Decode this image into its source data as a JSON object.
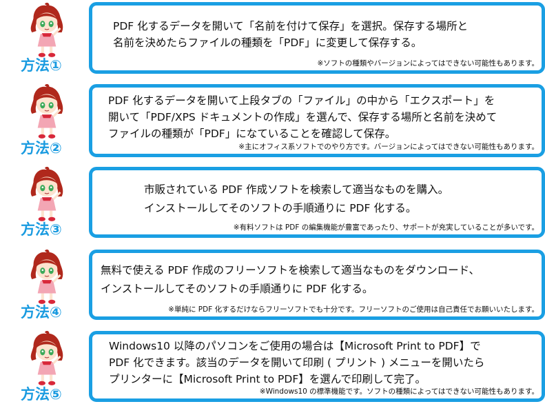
{
  "methods": [
    {
      "label": "方法①",
      "lines": [
        "PDF 化するデータを開いて「名前を付けて保存」を選択。保存する場所と",
        "名前を決めたらファイルの種類を「PDF」に変更して保存する。"
      ],
      "note": "※ソフトの種類やバージョンによってはできない可能性もあります。"
    },
    {
      "label": "方法②",
      "lines": [
        "PDF 化するデータを開いて上段タブの「ファイル」の中から「エクスポート」を",
        "開いて「PDF/XPS ドキュメントの作成」を選んで、保存する場所と名前を決めて",
        "ファイルの種類が「PDF」になていることを確認して保存。"
      ],
      "note": "※主にオフィス系ソフトでのやり方です。バージョンによってはできない可能性もあります。"
    },
    {
      "label": "方法③",
      "lines": [
        "市販されている PDF 作成ソフトを検索して適当なものを購入。",
        "インストールしてそのソフトの手順通りに PDF 化する。"
      ],
      "note": "※有料ソフトは PDF の編集機能が豊富であったり、サポートが充実していることが多いです。"
    },
    {
      "label": "方法④",
      "lines": [
        "無料で使える PDF 作成のフリーソフトを検索して適当なものをダウンロード、",
        "インストールしてそのソフトの手順通りに PDF 化する。"
      ],
      "note": "※単純に PDF 化するだけならフリーソフトでも十分です。フリーソフトのご使用は自己責任でお願いいたします。"
    },
    {
      "label": "方法⑤",
      "lines": [
        "Windows10 以降のパソコンをご使用の場合は【Microsoft Print to PDF】で",
        "PDF 化できます。該当のデータを開いて印刷 ( プリント ) メニューを開いたら",
        "プリンターに【Microsoft Print to PDF】を選んで印刷して完了。"
      ],
      "note": "※Windows10 の標準機能です。ソフトの種類によってはできない可能性もあります。"
    }
  ],
  "colors": {
    "accent": "#1a9fe3",
    "label": "#1a9be0"
  }
}
